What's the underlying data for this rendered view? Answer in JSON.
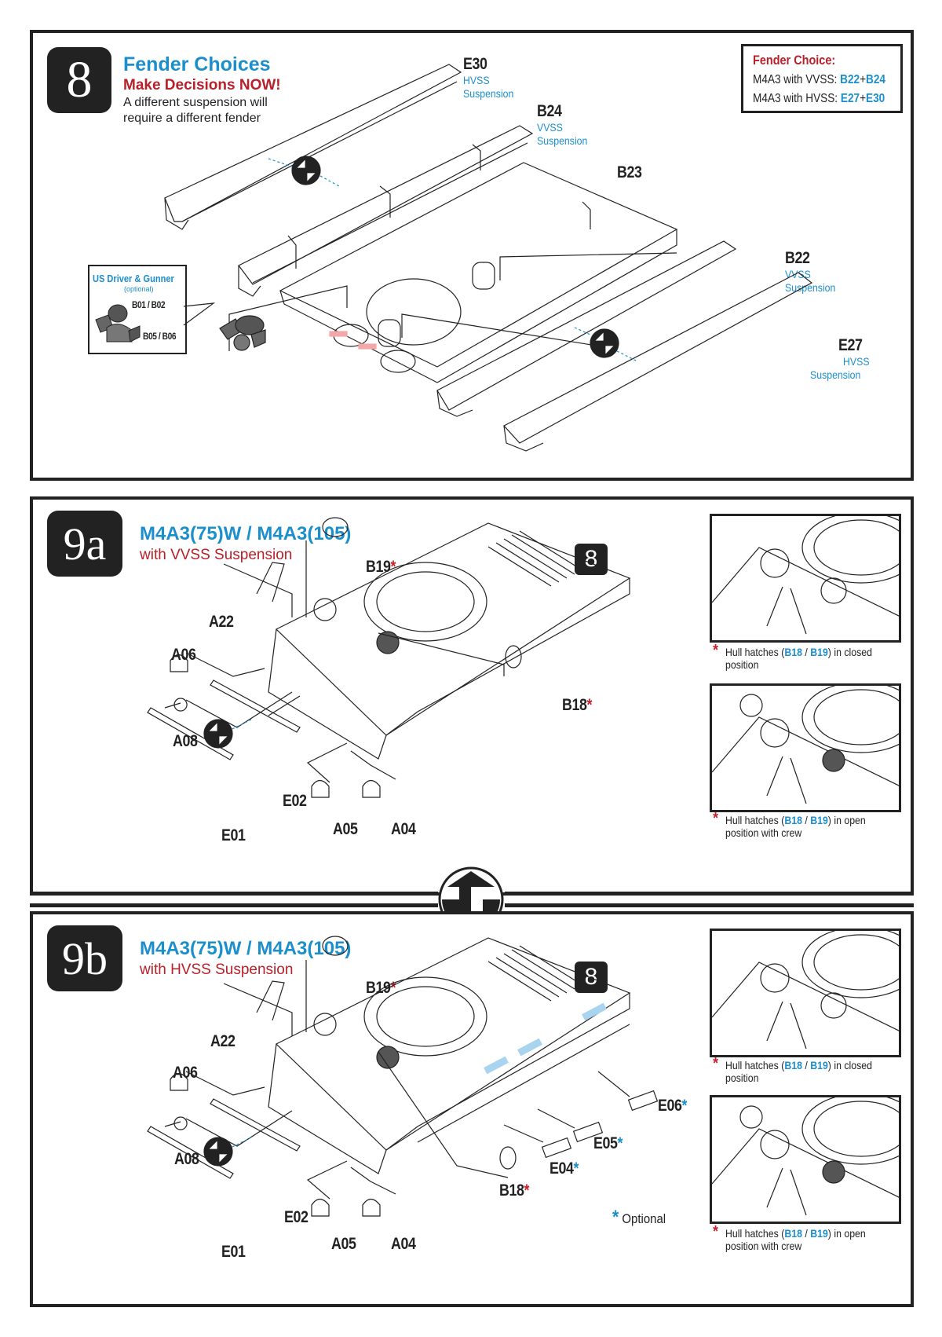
{
  "step8": {
    "step_number": "8",
    "title": "Fender Choices",
    "warning": "Make Decisions NOW!",
    "note_line1": "A different suspension will",
    "note_line2": "require a different fender",
    "fender_choice": {
      "heading": "Fender Choice:",
      "rows": [
        {
          "label": "M4A3 with VVSS:",
          "part_a": "B22",
          "plus": "+",
          "part_b": "B24"
        },
        {
          "label": "M4A3 with HVSS:",
          "part_a": "E27",
          "plus": "+",
          "part_b": "E30"
        }
      ]
    },
    "parts": {
      "e30": {
        "id": "E30",
        "line1": "HVSS",
        "line2": "Suspension"
      },
      "b24": {
        "id": "B24",
        "line1": "VVSS",
        "line2": "Suspension"
      },
      "b23": {
        "id": "B23"
      },
      "b22": {
        "id": "B22",
        "line1": "VVSS",
        "line2": "Suspension"
      },
      "e27": {
        "id": "E27",
        "line1": "HVSS",
        "line2": "Suspension"
      }
    },
    "crew_callout": {
      "title": "US Driver & Gunner",
      "subtitle": "(optional)",
      "part1": "B01 / B02",
      "part2": "B05 / B06"
    }
  },
  "step9a": {
    "step_number": "9a",
    "title": "M4A3(75)W / M4A3(105)",
    "subtitle": "with VVSS Suspension",
    "ref_step": "8",
    "parts": [
      "B19",
      "A22",
      "A06",
      "A08",
      "E02",
      "E01",
      "A05",
      "A04",
      "B18"
    ],
    "asterisk": "*",
    "insets": [
      {
        "prefix": "Hull hatches (",
        "part_a": "B18",
        "sep": " / ",
        "part_b": "B19",
        "suffix": ") in closed",
        "line2": "position"
      },
      {
        "prefix": "Hull hatches (",
        "part_a": "B18",
        "sep": " / ",
        "part_b": "B19",
        "suffix": ") in open",
        "line2": "position with crew"
      }
    ]
  },
  "step9b": {
    "step_number": "9b",
    "title": "M4A3(75)W / M4A3(105)",
    "subtitle": "with HVSS Suspension",
    "ref_step": "8",
    "parts": [
      "B19",
      "A22",
      "A06",
      "A08",
      "E02",
      "E01",
      "A05",
      "A04",
      "B18",
      "E04",
      "E05",
      "E06"
    ],
    "asterisk": "*",
    "optional_legend": "Optional",
    "insets": [
      {
        "prefix": "Hull hatches (",
        "part_a": "B18",
        "sep": " / ",
        "part_b": "B19",
        "suffix": ") in closed",
        "line2": "position"
      },
      {
        "prefix": "Hull hatches (",
        "part_a": "B18",
        "sep": " / ",
        "part_b": "B19",
        "suffix": ") in open",
        "line2": "position with crew"
      }
    ]
  },
  "icons": {
    "flip": "flip-over-icon",
    "alternative": "alternative-option-icon"
  }
}
